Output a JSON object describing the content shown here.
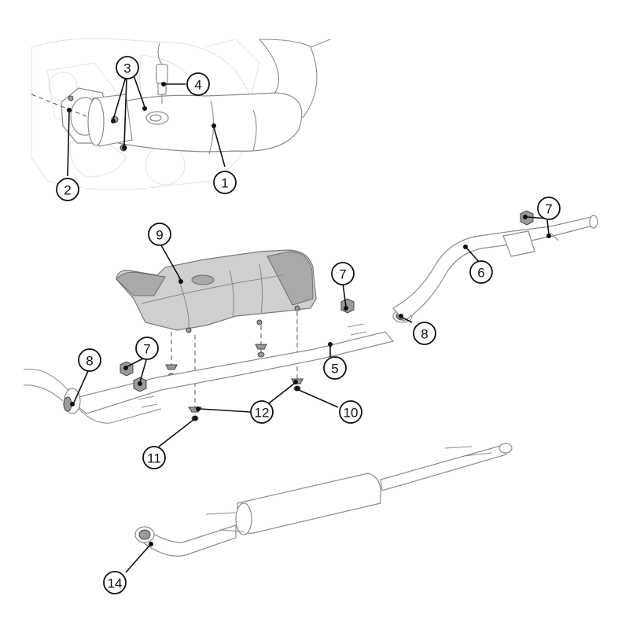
{
  "callouts": [
    {
      "id": "c1",
      "label": "1"
    },
    {
      "id": "c2",
      "label": "2"
    },
    {
      "id": "c3",
      "label": "3"
    },
    {
      "id": "c4",
      "label": "4"
    },
    {
      "id": "c5",
      "label": "5"
    },
    {
      "id": "c6",
      "label": "6"
    },
    {
      "id": "c7a",
      "label": "7"
    },
    {
      "id": "c7b",
      "label": "7"
    },
    {
      "id": "c7c",
      "label": "7"
    },
    {
      "id": "c8a",
      "label": "8"
    },
    {
      "id": "c8b",
      "label": "8"
    },
    {
      "id": "c9",
      "label": "9"
    },
    {
      "id": "c10",
      "label": "10"
    },
    {
      "id": "c11",
      "label": "11"
    },
    {
      "id": "c12",
      "label": "12"
    },
    {
      "id": "c14",
      "label": "14"
    }
  ]
}
